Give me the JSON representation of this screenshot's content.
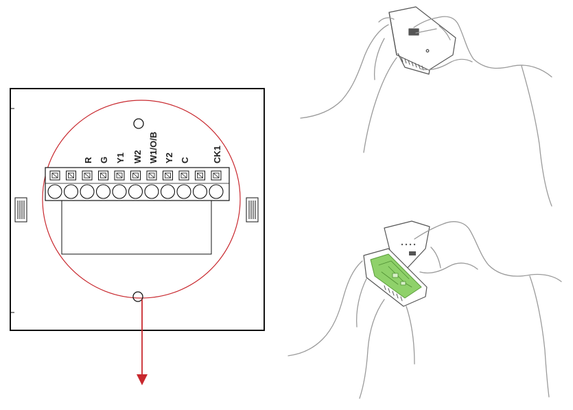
{
  "diagram": {
    "terminal_labels": [
      "R",
      "G",
      "Y1",
      "W2",
      "W1/O/B",
      "Y2",
      "C",
      "CK1"
    ],
    "terminal_count": 11,
    "colors": {
      "plate_outline": "#111111",
      "circle_highlight": "#c8282e",
      "arrow": "#c8282e",
      "line_art": "#9a9a9a",
      "circuit_board": "#8fd16a"
    },
    "icons": [
      "wall-plate",
      "terminal-block",
      "screw-hole",
      "release-arrow",
      "hands-removing-cover",
      "hands-holding-open-thermostat"
    ]
  }
}
